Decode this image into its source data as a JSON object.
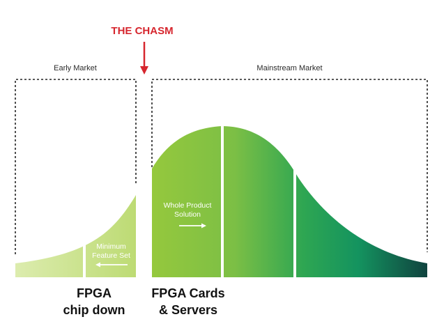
{
  "chasm_label": "THE CHASM",
  "markets": {
    "early": "Early Market",
    "mainstream": "Mainstream Market"
  },
  "segments": {
    "whole_product": [
      "Whole Product",
      "Solution"
    ],
    "minimum_feature": [
      "Minimum",
      "Feature Set"
    ]
  },
  "bottom_labels": {
    "chip_down": [
      "FPGA",
      "chip down"
    ],
    "cards_servers": [
      "FPGA Cards",
      "& Servers"
    ]
  },
  "colors": {
    "chasm_red": "#d6262e",
    "curve_light": "#cfe49b",
    "curve_mid": "#8ec63f",
    "curve_green": "#1f9b5a",
    "curve_dark": "#104a44"
  }
}
